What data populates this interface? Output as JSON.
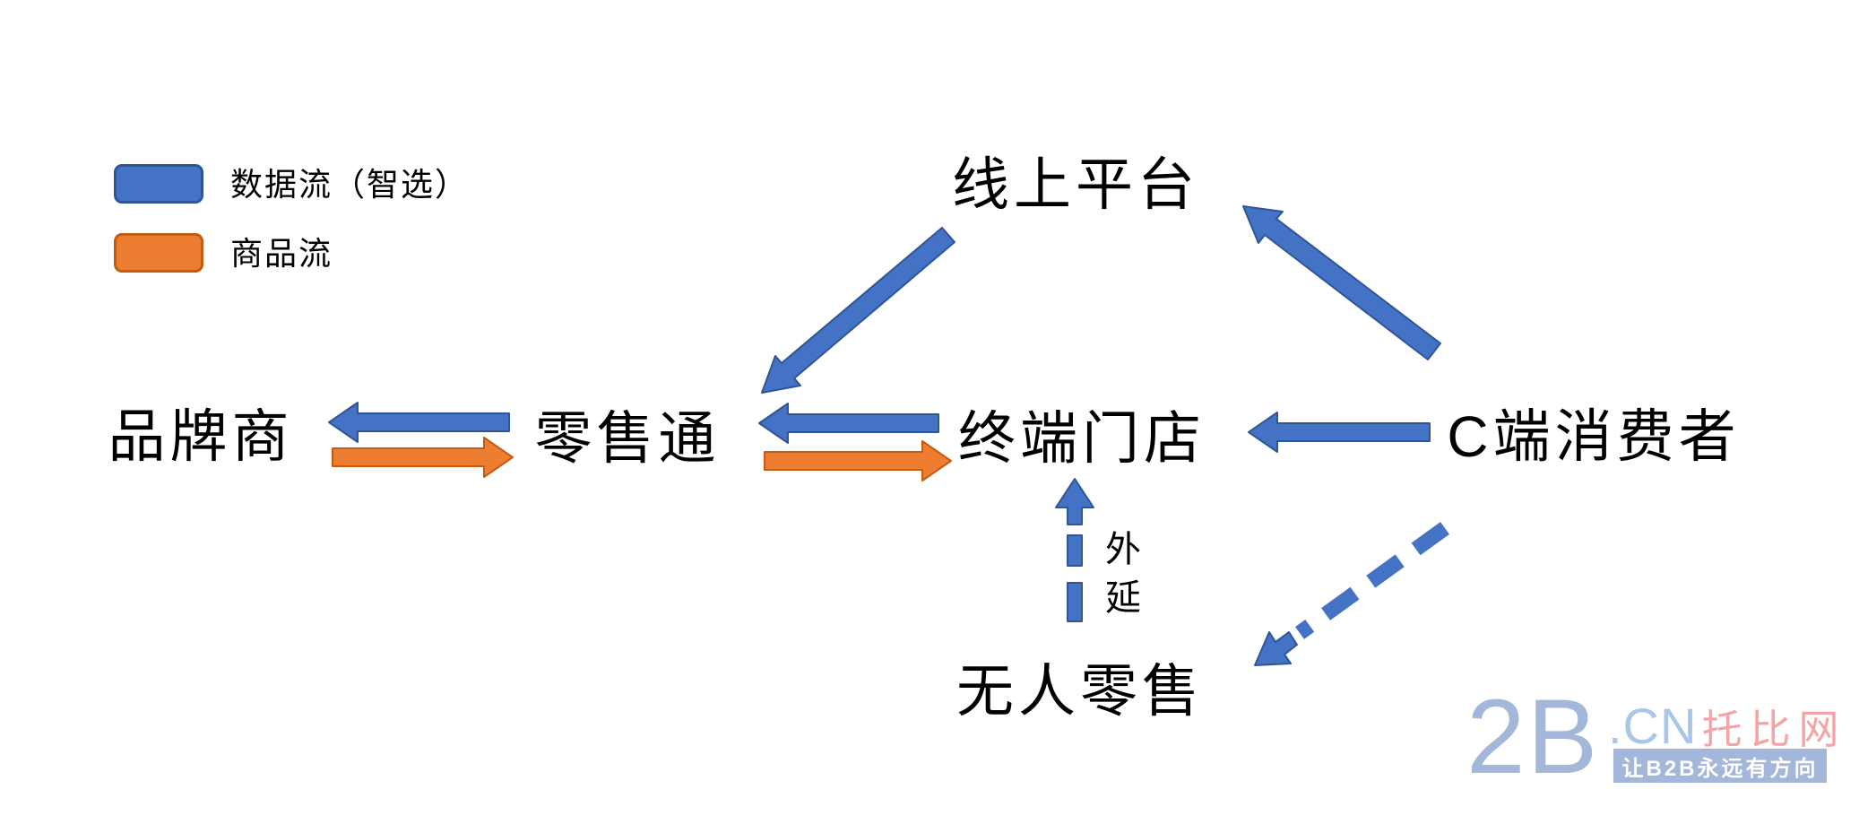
{
  "diagram": {
    "legend": [
      {
        "label": "数据流（智选）",
        "type": "data_flow"
      },
      {
        "label": "商品流",
        "type": "goods_flow"
      }
    ],
    "nodes": {
      "online_platform": {
        "label": "线上平台"
      },
      "brand_merchant": {
        "label": "品牌商"
      },
      "retail_link": {
        "label": "零售通"
      },
      "terminal_store": {
        "label": "终端门店"
      },
      "c_consumer": {
        "label": "C端消费者"
      },
      "unmanned_retail": {
        "label": "无人零售"
      }
    },
    "annotations": {
      "extension": "外延"
    },
    "edges": [
      {
        "from": "线上平台",
        "to": "零售通",
        "flow": "数据流",
        "style": "solid"
      },
      {
        "from": "C端消费者",
        "to": "线上平台",
        "flow": "数据流",
        "style": "solid"
      },
      {
        "from": "零售通",
        "to": "品牌商",
        "flow": "数据流",
        "style": "solid"
      },
      {
        "from": "品牌商",
        "to": "零售通",
        "flow": "商品流",
        "style": "solid"
      },
      {
        "from": "终端门店",
        "to": "零售通",
        "flow": "数据流",
        "style": "solid"
      },
      {
        "from": "零售通",
        "to": "终端门店",
        "flow": "商品流",
        "style": "solid"
      },
      {
        "from": "C端消费者",
        "to": "终端门店",
        "flow": "数据流",
        "style": "solid"
      },
      {
        "from": "无人零售",
        "to": "终端门店",
        "flow": "数据流",
        "style": "dashed",
        "annotation": "外延"
      },
      {
        "from": "C端消费者",
        "to": "无人零售",
        "flow": "数据流",
        "style": "dashed"
      }
    ]
  },
  "colors": {
    "data_flow": "#4472C4",
    "data_flow_border": "#2F5597",
    "goods_flow": "#ED7D31",
    "goods_flow_border": "#C55A11",
    "text": "#000000",
    "background": "#FFFFFF",
    "watermark_blue": "#A3B7DA",
    "watermark_light_blue": "#A9C6E8",
    "watermark_pink": "#F4A3A6",
    "watermark_tagline_text": "#FFFFFF"
  },
  "watermark": {
    "brand": "2B",
    "domain": ".CN",
    "site_name": "托比网",
    "tagline": "让B2B永远有方向"
  }
}
